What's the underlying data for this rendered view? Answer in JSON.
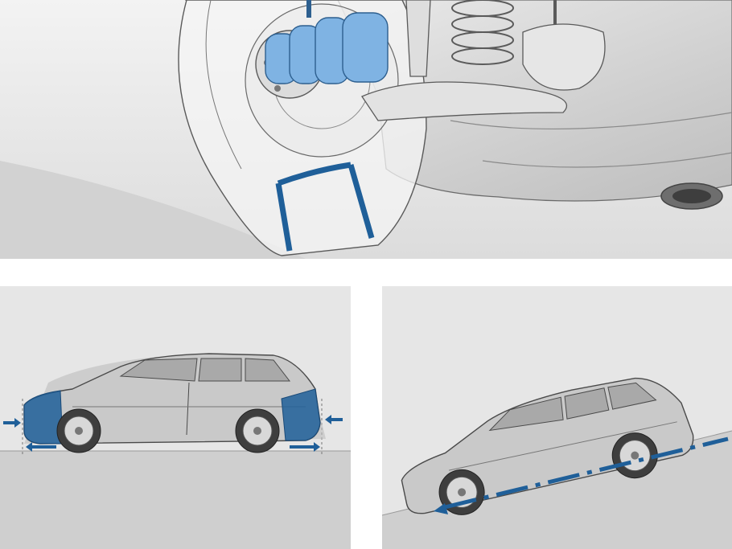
{
  "figure": {
    "panels": [
      {
        "id": "top",
        "subject": "wheel-suspension-closeup"
      },
      {
        "id": "bottom-left",
        "subject": "suv-side-overhang"
      },
      {
        "id": "bottom-right",
        "subject": "suv-on-ramp"
      }
    ]
  },
  "colors": {
    "accent_blue": "#1f5f99",
    "light_blue": "#6fa8dc",
    "body_grey": "#c9c9c9",
    "ground_grey": "#cfcfcf",
    "background_grey": "#e6e6e6",
    "outline": "#5a5a5a"
  },
  "icons": [
    "arrow-left-icon",
    "arrow-right-icon",
    "dash-dot-arrow-icon"
  ]
}
